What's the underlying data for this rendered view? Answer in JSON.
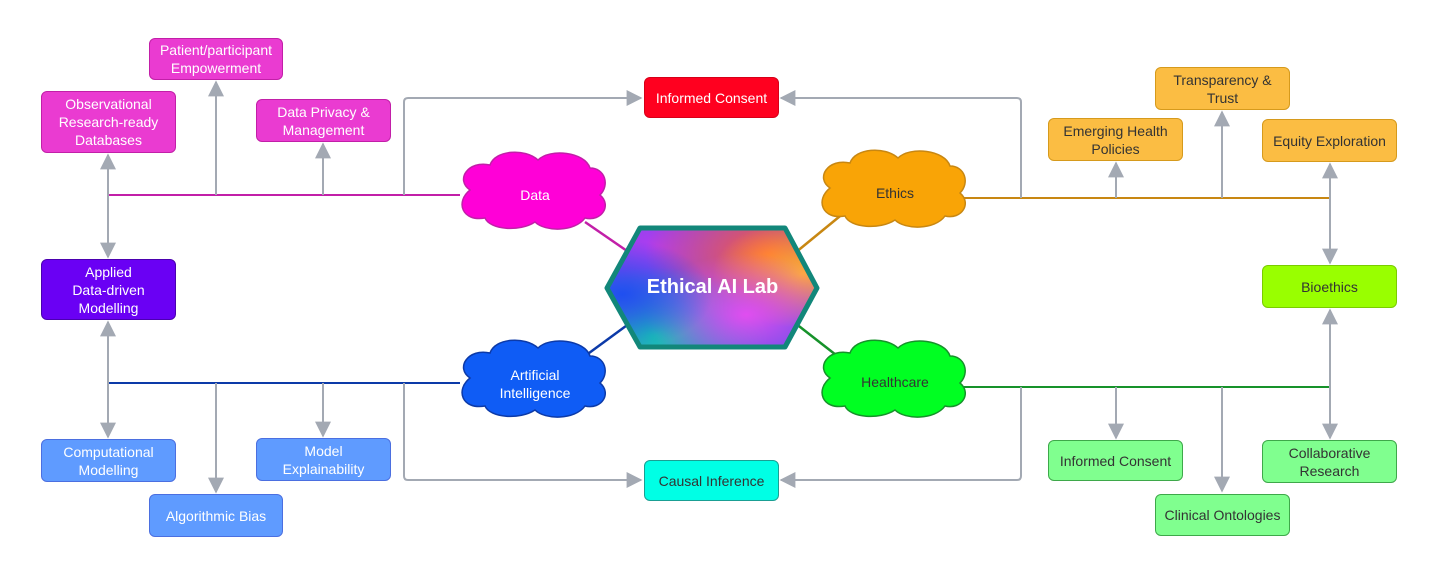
{
  "diagram": {
    "title": "Ethical AI Lab",
    "hub": {
      "label": "Ethical AI Lab",
      "border_color": "#12877a"
    },
    "branches": [
      {
        "id": "data",
        "label": "Data",
        "color": "#ff00d7",
        "stroke": "#c21fa8",
        "text_color": "#ffffff"
      },
      {
        "id": "ethics",
        "label": "Ethics",
        "color": "#f9a406",
        "stroke": "#c88712",
        "text_color": "#333333"
      },
      {
        "id": "ai",
        "label": "Artificial\nIntelligence",
        "color": "#0f5cf5",
        "stroke": "#0c3aa8",
        "text_color": "#ffffff"
      },
      {
        "id": "healthcare",
        "label": "Healthcare",
        "color": "#00ff22",
        "stroke": "#16922a",
        "text_color": "#333333"
      }
    ],
    "nodes": {
      "observational_databases": "Observational\nResearch-ready\nDatabases",
      "patient_empowerment": "Patient/participant\nEmpowerment",
      "data_privacy": "Data Privacy &\nManagement",
      "applied_modelling": "Applied\nData-driven\nModelling",
      "computational_modelling": "Computational\nModelling",
      "algorithmic_bias": "Algorithmic Bias",
      "model_explainability": "Model\nExplainability",
      "informed_consent_top": "Informed Consent",
      "causal_inference": "Causal Inference",
      "emerging_policies": "Emerging Health\nPolicies",
      "transparency_trust": "Transparency &\nTrust",
      "equity_exploration": "Equity Exploration",
      "bioethics": "Bioethics",
      "informed_consent_health": "Informed Consent",
      "clinical_ontologies": "Clinical Ontologies",
      "collaborative_research": "Collaborative\nResearch"
    },
    "connector_color": "#a3a9b3"
  }
}
